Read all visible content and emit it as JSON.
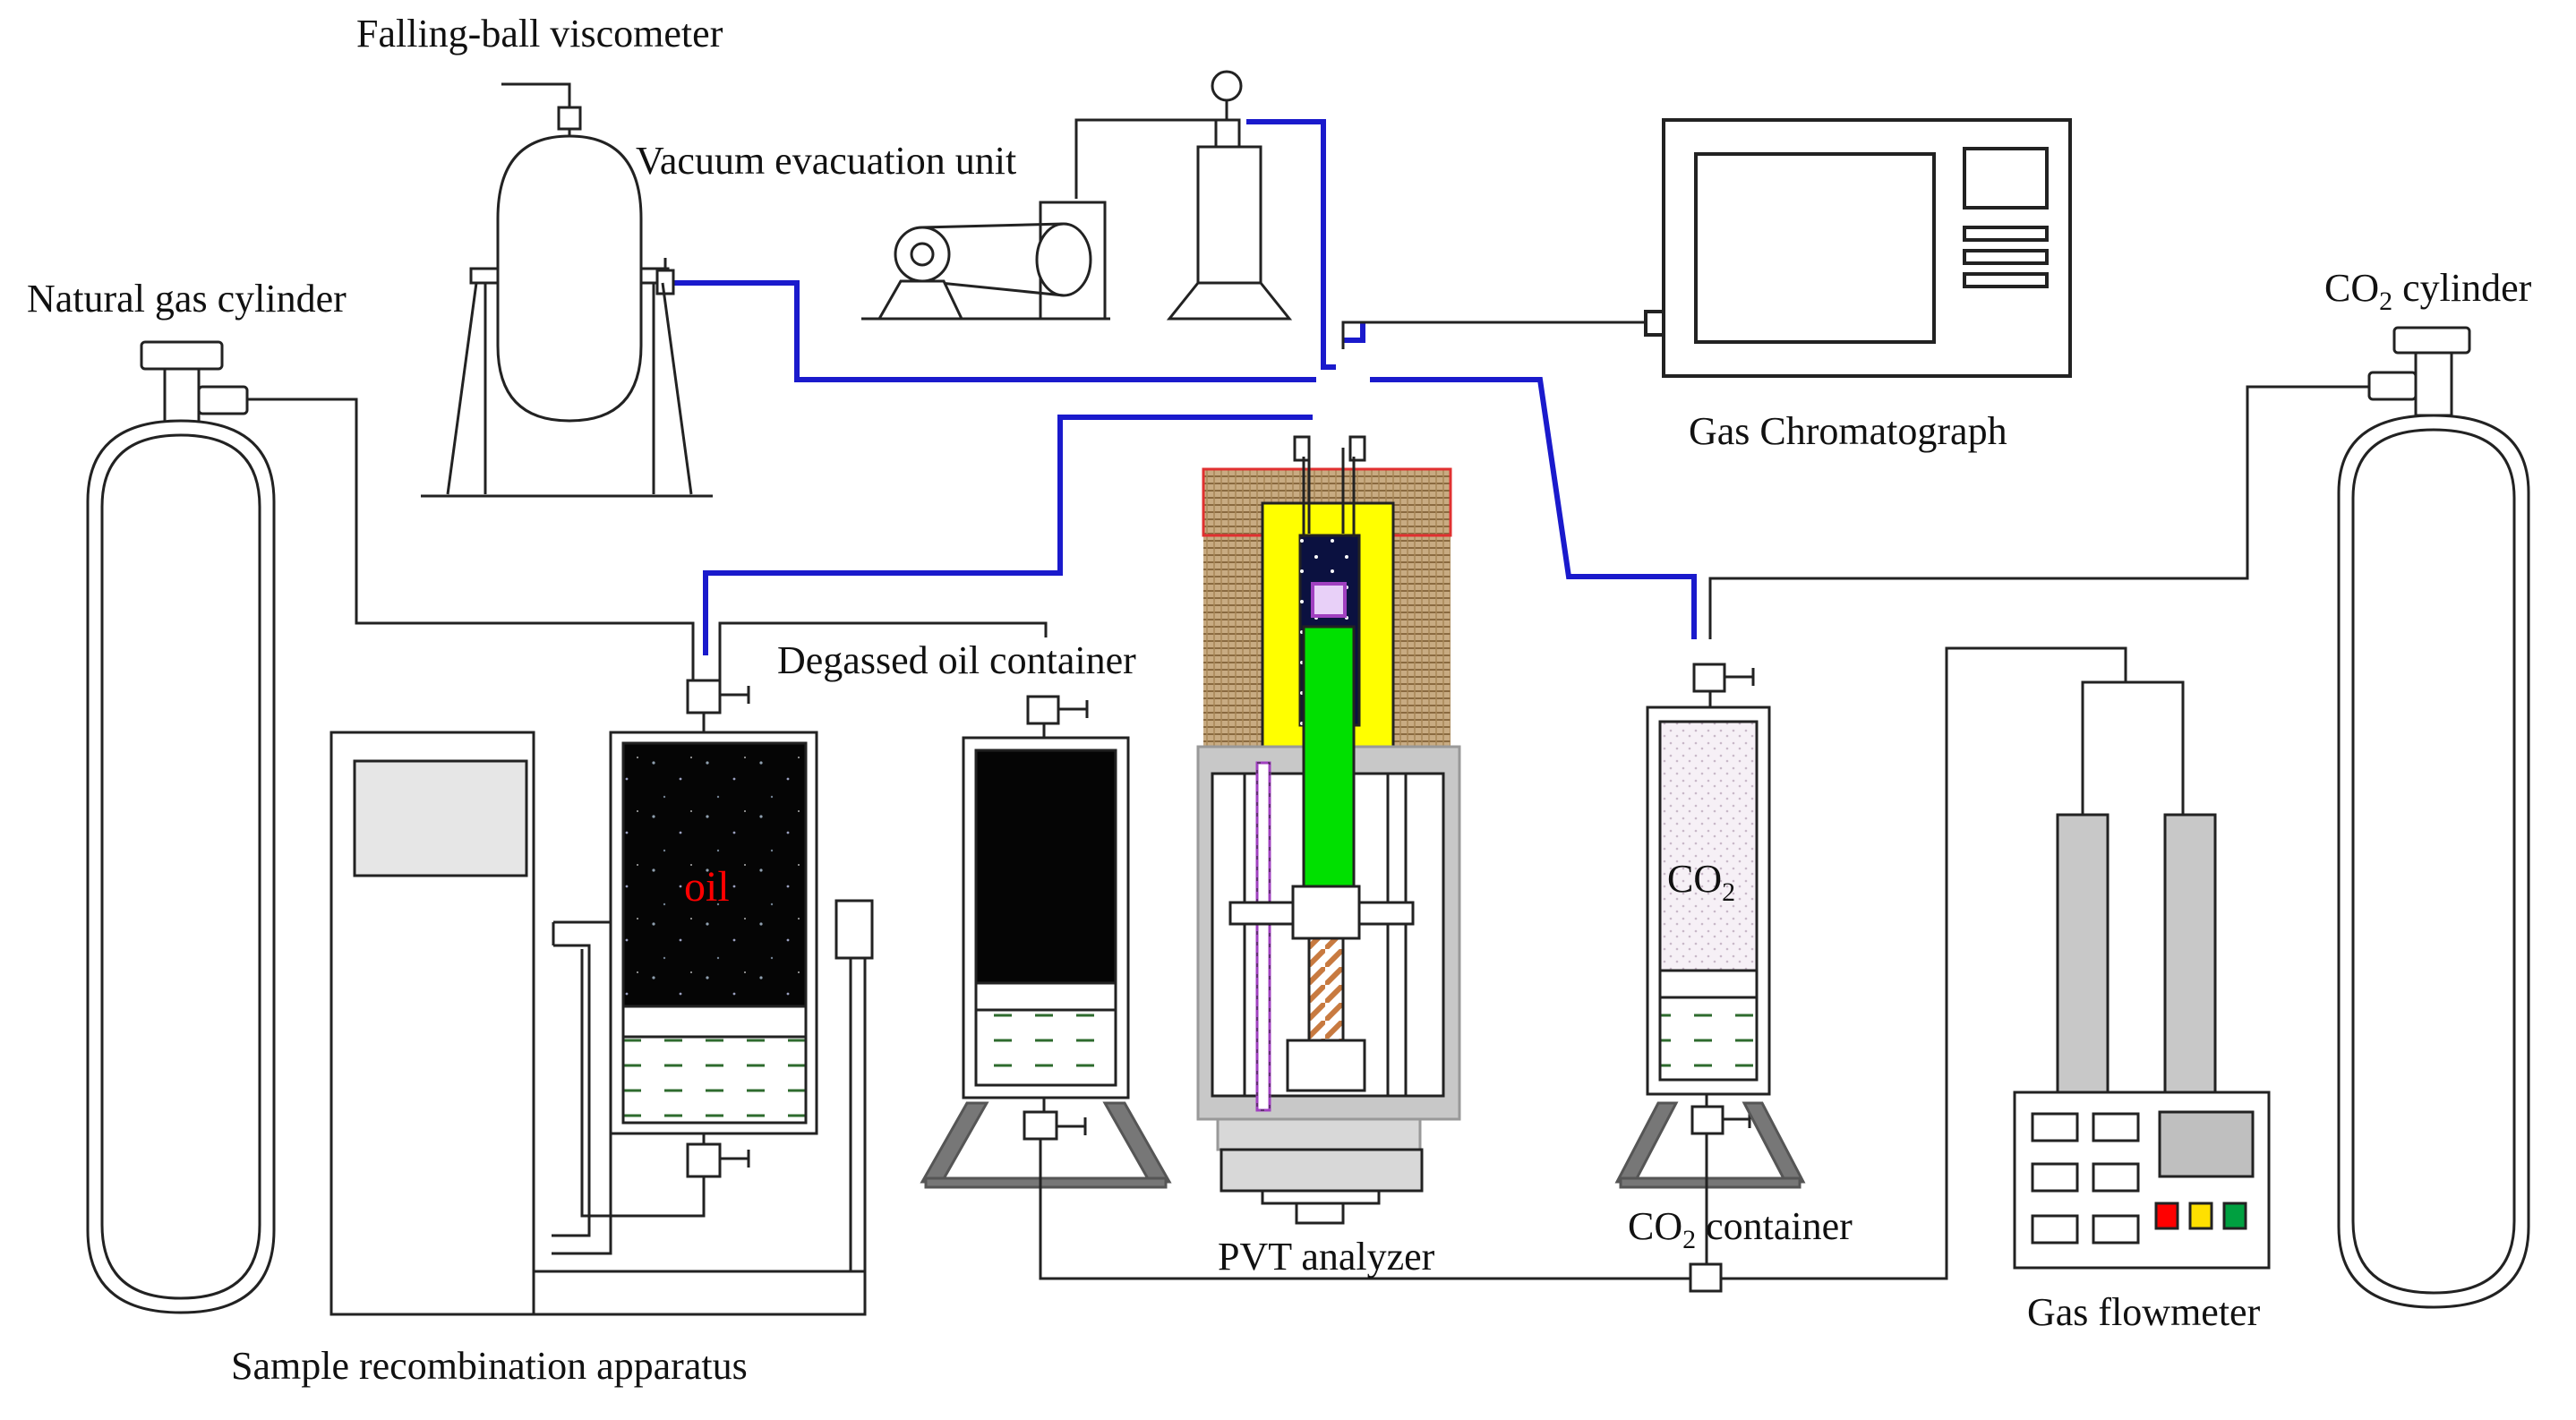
{
  "labels": {
    "falling_ball_viscometer": "Falling-ball viscometer",
    "vacuum_evacuation_unit": "Vacuum evacuation unit",
    "natural_gas_cylinder": "Natural gas cylinder",
    "co2_cylinder_prefix": "CO",
    "co2_cylinder_sub": "2",
    "co2_cylinder_suffix": " cylinder",
    "gas_chromatograph": "Gas Chromatograph",
    "degassed_oil_container": "Degassed oil container",
    "oil": "oil",
    "co2_inner_prefix": "CO",
    "co2_inner_sub": "2",
    "co2_container_prefix": "CO",
    "co2_container_sub": "2",
    "co2_container_suffix": " container",
    "pvt_analyzer": "PVT analyzer",
    "gas_flowmeter": "Gas flowmeter",
    "sample_recombination_apparatus": "Sample recombination apparatus"
  },
  "colors": {
    "gas_line": "#1a1acc",
    "pipe": "#222222",
    "oil": "#050505",
    "water_dash": "#2e6b2e",
    "pvt_piston": "#00e000",
    "pvt_cell_body": "#ffff00",
    "pvt_cell_inner": "#0b1140",
    "insulation": "#c8ab82",
    "insulation_border": "#e03030",
    "frame_gray": "#c8c8c8",
    "screw": "#c87a40",
    "scale": "#a040c0",
    "co2_fill": "#efe8f0",
    "flowmeter_tube": "#c8c8c8",
    "flowmeter_screen": "#bfbfbf",
    "indicator_red": "#ff0000",
    "indicator_yellow": "#ffe000",
    "indicator_green": "#00a040",
    "panel_gray": "#dcdcdc"
  }
}
